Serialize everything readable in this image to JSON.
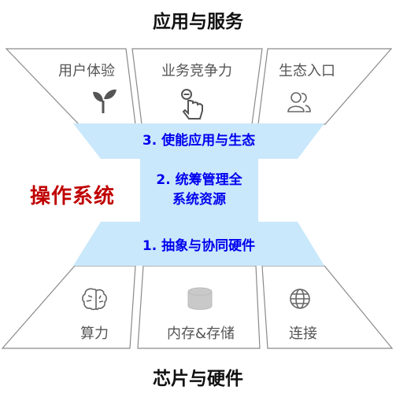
{
  "top_title": "应用与服务",
  "bottom_title": "芯片与硬件",
  "os_label": "操作系统",
  "layers": {
    "top": "3. 使能应用与生态",
    "middle_line1": "2. 统筹管理全",
    "middle_line2": "系统资源",
    "bottom": "1. 抽象与协同硬件"
  },
  "top_segments": [
    {
      "label": "用户体验",
      "icon": "sprout-icon"
    },
    {
      "label": "业务竞争力",
      "icon": "touch-hand-icon"
    },
    {
      "label": "生态入口",
      "icon": "users-icon"
    }
  ],
  "bottom_segments": [
    {
      "label": "算力",
      "icon": "brain-icon"
    },
    {
      "label": "内存&存储",
      "icon": "database-icon"
    },
    {
      "label": "连接",
      "icon": "globe-icon"
    }
  ],
  "colors": {
    "accent_red": "#c00000",
    "text_blue": "#0000ee",
    "band_fill": "#c9e8fb",
    "line_gray": "#888888"
  }
}
